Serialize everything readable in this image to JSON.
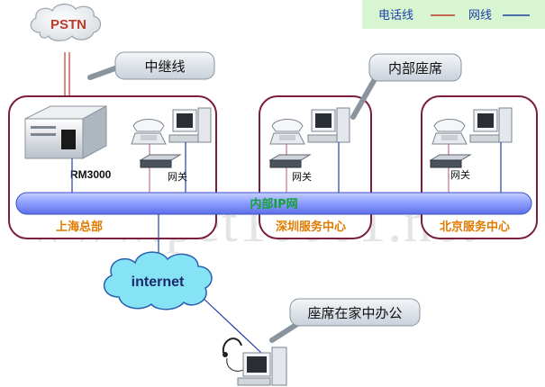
{
  "legend": {
    "phone_line_label": "电话线",
    "network_line_label": "网线",
    "phone_line_color": "#c0392b",
    "network_line_color": "#1f3fa8"
  },
  "clouds": {
    "pstn": "PSTN",
    "internet": "internet"
  },
  "callouts": {
    "trunk": "中继线",
    "internal_seat": "内部座席",
    "home_office": "座席在家中办公"
  },
  "sites": {
    "hq": "上海总部",
    "shenzhen": "深圳服务中心",
    "beijing": "北京服务中心"
  },
  "server_label": "RM3000",
  "gateway_label": "网关",
  "backbone_label": "内部IP网",
  "watermark": "www.pet10001.net",
  "colors": {
    "site_border": "#7a1f3d",
    "backbone_fill": "#8ea2ff",
    "cloud_fill": "#86e3f5",
    "cloud_stroke": "#2a5fb0",
    "callout_fill": "#dde3ea",
    "site_label": "#e07b00",
    "legend_bg": "#d7f5d0"
  }
}
